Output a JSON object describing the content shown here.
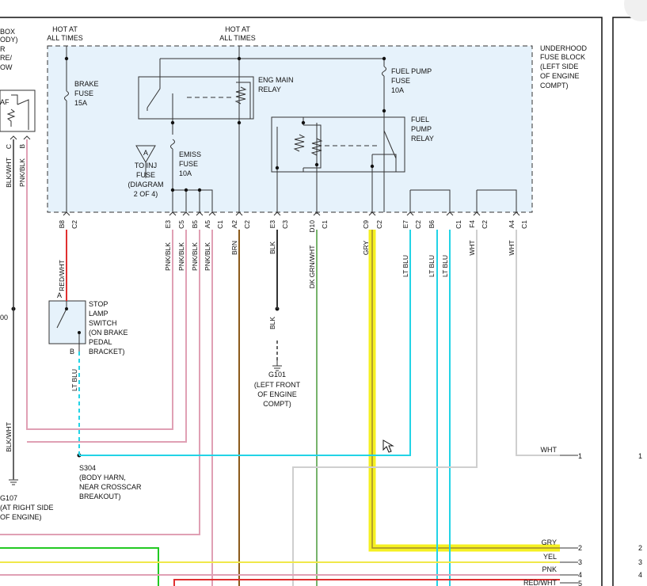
{
  "labels": {
    "hot1": [
      "HOT AT",
      "ALL TIMES"
    ],
    "hot2": [
      "HOT AT",
      "ALL TIMES"
    ],
    "left_partial": [
      "BOX",
      "ODY)",
      "R",
      "RE/",
      "OW"
    ],
    "fuse_block": [
      "UNDERHOOD",
      "FUSE BLOCK",
      "(LEFT SIDE",
      "OF ENGINE",
      "COMPT)"
    ],
    "brake_fuse": [
      "BRAKE",
      "FUSE",
      "15A"
    ],
    "eng_main_relay": [
      "ENG MAIN",
      "RELAY"
    ],
    "fuel_pump_fuse": [
      "FUEL PUMP",
      "FUSE",
      "10A"
    ],
    "fuel_pump_relay": [
      "FUEL",
      "PUMP",
      "RELAY"
    ],
    "emiss_fuse": [
      "EMISS",
      "FUSE",
      "10A"
    ],
    "to_inj": [
      "TO INJ",
      "FUSE",
      "(DIAGRAM",
      "2 OF 4)"
    ],
    "inj_letter": "A",
    "stop_lamp": [
      "STOP",
      "LAMP",
      "SWITCH",
      "(ON BRAKE",
      "PEDAL",
      "BRACKET)"
    ],
    "switch_pin_a": "A",
    "switch_pin_b": "B",
    "af": "AF",
    "g101": [
      "G101",
      "(LEFT FRONT",
      "OF ENGINE",
      "COMPT)"
    ],
    "s304": [
      "S304",
      "(BODY HARN,",
      "NEAR CROSSCAR",
      "BREAKOUT)"
    ],
    "g107": [
      "G107",
      "(AT RIGHT SIDE",
      "OF ENGINE)"
    ],
    "partial_00": "00",
    "pins": [
      "B8",
      "C2",
      "E3",
      "C5",
      "B5",
      "A5",
      "C1",
      "A2",
      "C2",
      "E3",
      "C3",
      "D10",
      "C1",
      "C9",
      "C2",
      "E7",
      "C2",
      "B6",
      "C1",
      "F4",
      "C2",
      "A4",
      "C1",
      "C",
      "B"
    ],
    "wires": [
      "RED/WHT",
      "PNK/BLK",
      "PNK/BLK",
      "PNK/BLK",
      "PNK/BLK",
      "BRN",
      "BLK",
      "DK GRN/WHT",
      "GRY",
      "LT BLU",
      "LT BLU",
      "LT BLU",
      "WHT",
      "WHT",
      "LT BLU",
      "BLK",
      "BLK/WHT",
      "PNK/BLK",
      "BLK/WHT"
    ],
    "right_wires": [
      "WHT",
      "GRY",
      "YEL",
      "PNK",
      "RED/WHT"
    ],
    "right_nums": [
      "1",
      "2",
      "3",
      "4",
      "5"
    ],
    "far_nums": [
      "1",
      "2",
      "3",
      "4"
    ]
  },
  "colors": {
    "fuse_block_fill": "#e6f2fb",
    "red_wht": "#e03030",
    "pnk": "#e0a0b4",
    "brn": "#8b5a1a",
    "dk_grn": "#4a9a3a",
    "gry_highlight": "#f5f020",
    "gry": "#a08830",
    "lt_blu": "#22d3e6",
    "wht": "#cfcfcf",
    "green": "#22c922",
    "yellow": "#f0e84a"
  }
}
